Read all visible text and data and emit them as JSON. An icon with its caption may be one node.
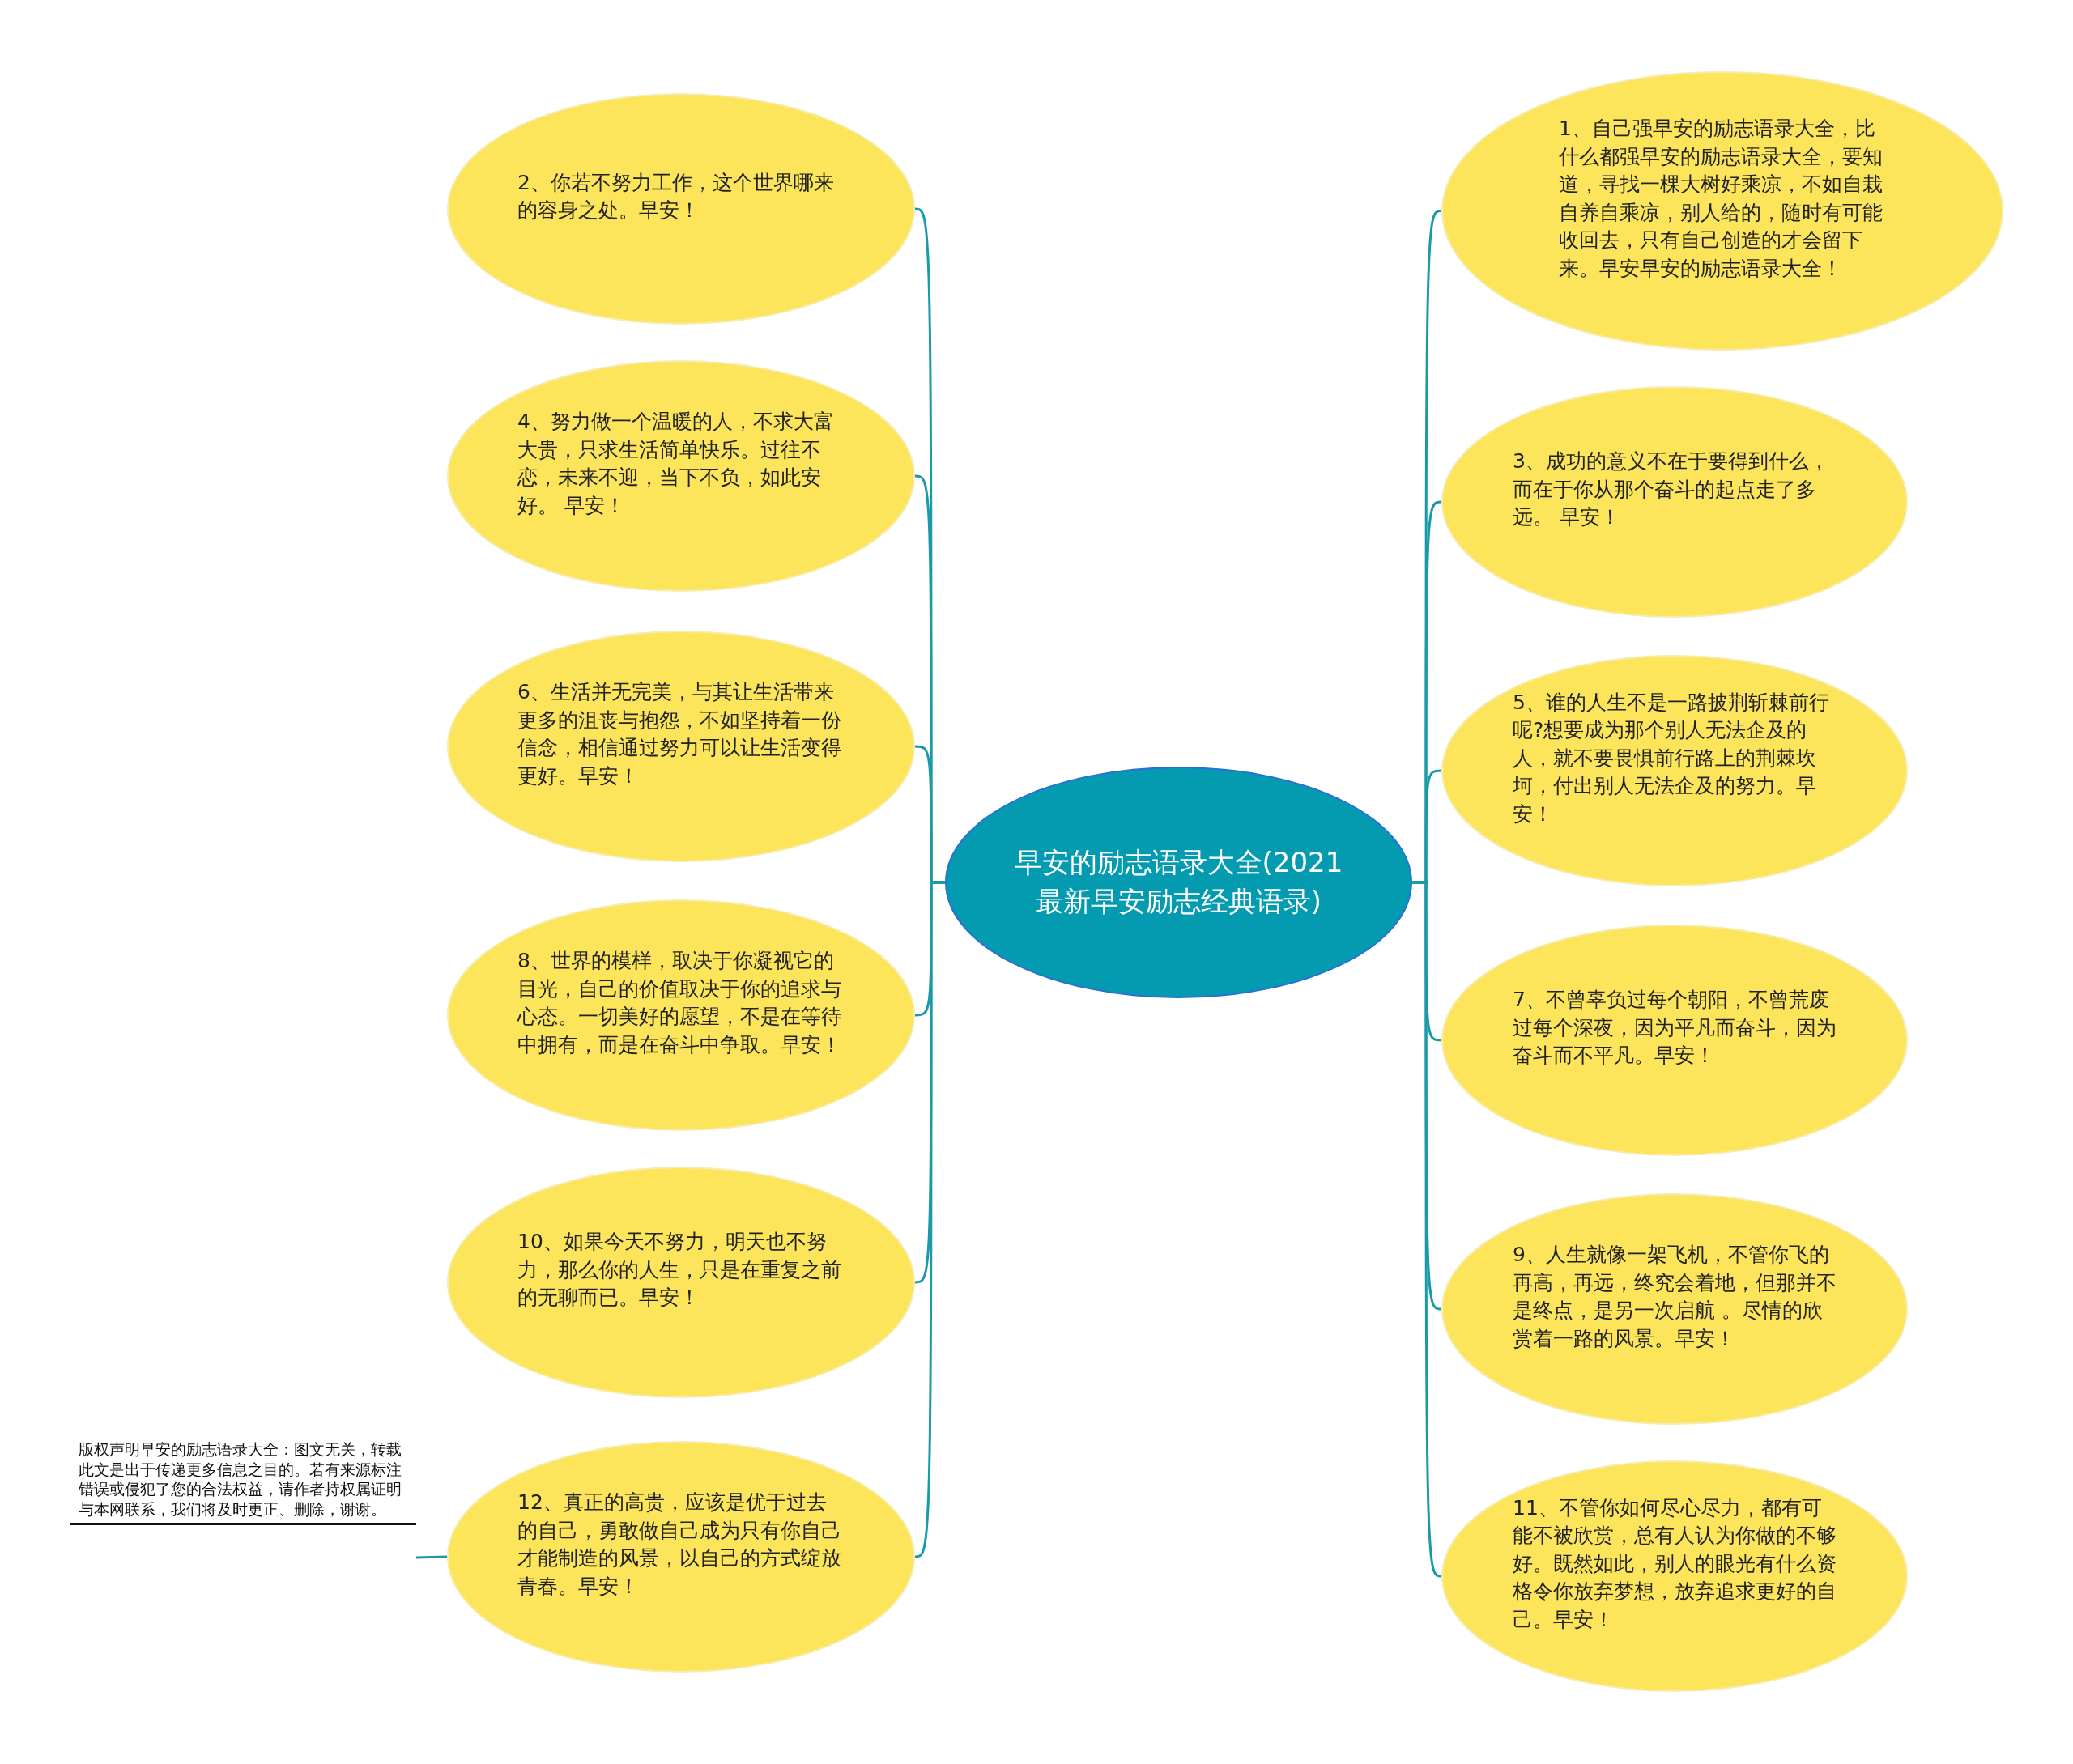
{
  "diagram": {
    "nodes": [
      {
        "text": [
          "早安的励志语录大全(2021最新早安励志经典语录)"
        ]
      },
      {
        "text": [
          "1、自己强早安的励志语录大全，比什么都强早安的励志语录大全，要知道，寻找一棵大树好乘凉，不如自栽自养自乘凉，别人给的，随时有可能收回去，只有自己创造的才会留下来。早安早安的励志语录大全！"
        ]
      },
      {
        "text": [
          "2、你若不努力工作，这个世界哪来的容身之处。早安！"
        ]
      },
      {
        "text": [
          "3、成功的意义不在于要得到什么，而在于你从那个奋斗的起点走了多远。 早安！"
        ]
      },
      {
        "text": [
          "4、努力做一个温暖的人，不求大富大贵，只求生活简单快乐。过往不恋，未来不迎，当下不负，如此安好。 早安！"
        ]
      },
      {
        "text": [
          "5、谁的人生不是一路披荆斩棘前行呢?想要成为那个别人无法企及的人，就不要畏惧前行路上的荆棘坎坷，付出别人无法企及的努力。早安！"
        ]
      },
      {
        "text": [
          "6、生活并无完美，与其让生活带来更多的沮丧与抱怨，不如坚持着一份信念，相信通过努力可以让生活变得更好。早安！"
        ]
      },
      {
        "text": [
          "7、不曾辜负过每个朝阳，不曾荒废过每个深夜，因为平凡而奋斗，因为奋斗而不平凡。早安！"
        ]
      },
      {
        "text": [
          "8、世界的模样，取决于你凝视它的目光，自己的价值取决于你的追求与心态。一切美好的愿望，不是在等待中拥有，而是在奋斗中争取。早安！"
        ]
      },
      {
        "text": [
          "9、人生就像一架飞机，不管你飞的再高，再远，终究会着地，但那并不是终点，是另一次启航 。尽情的欣赏着一路的风景。早安！"
        ]
      },
      {
        "text": [
          "10、如果今天不努力，明天也不努力，那么你的人生，只是在重复之前的无聊而已。早安！"
        ]
      },
      {
        "text": [
          "11、不管你如何尽心尽力，都有可能不被欣赏，总有人认为你做的不够好。既然如此，别人的眼光有什么资格令你放弃梦想，放弃追求更好的自己。早安！"
        ]
      },
      {
        "text": [
          "12、真正的高贵，应该是优于过去的自己，勇敢做自己成为只有你自己才能制造的风景，以自己的方式绽放青春。早安！"
        ]
      },
      {
        "text": [
          "版权声明早安的励志语录大全：图文无关，转载此文是出于传递更多信息之目的。若有来源标注错误或侵犯了您的合法权益，请作者持权属证明与本网联系，我们将及时更正、删除，谢谢。"
        ]
      }
    ],
    "edges": [
      {
        "from": 0,
        "to": 1,
        "arrow": "none"
      },
      {
        "from": 0,
        "to": 2,
        "arrow": "none"
      },
      {
        "from": 0,
        "to": 3,
        "arrow": "none"
      },
      {
        "from": 0,
        "to": 4,
        "arrow": "none"
      },
      {
        "from": 0,
        "to": 5,
        "arrow": "none"
      },
      {
        "from": 0,
        "to": 6,
        "arrow": "none"
      },
      {
        "from": 0,
        "to": 7,
        "arrow": "none"
      },
      {
        "from": 0,
        "to": 8,
        "arrow": "none"
      },
      {
        "from": 0,
        "to": 9,
        "arrow": "none"
      },
      {
        "from": 0,
        "to": 10,
        "arrow": "none"
      },
      {
        "from": 0,
        "to": 11,
        "arrow": "none"
      },
      {
        "from": 0,
        "to": 12,
        "arrow": "none"
      },
      {
        "from": 12,
        "to": 13,
        "arrow": "none"
      }
    ]
  }
}
